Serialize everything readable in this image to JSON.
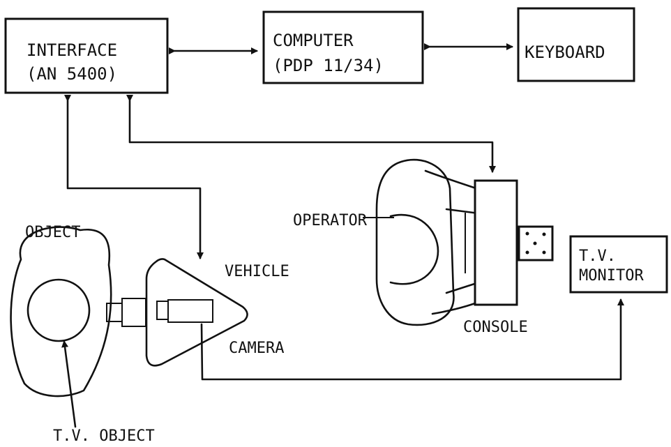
{
  "diagram": {
    "interface": {
      "line1": "INTERFACE",
      "line2": "(AN 5400)"
    },
    "computer": {
      "line1": "COMPUTER",
      "line2": "(PDP 11/34)"
    },
    "keyboard": {
      "label": "KEYBOARD"
    },
    "tv_monitor": {
      "line1": "T.V.",
      "line2": "MONITOR"
    },
    "labels": {
      "object": "OBJECT",
      "operator": "OPERATOR",
      "vehicle": "VEHICLE",
      "camera": "CAMERA",
      "console": "CONSOLE",
      "tv_object": "T.V. OBJECT"
    }
  }
}
